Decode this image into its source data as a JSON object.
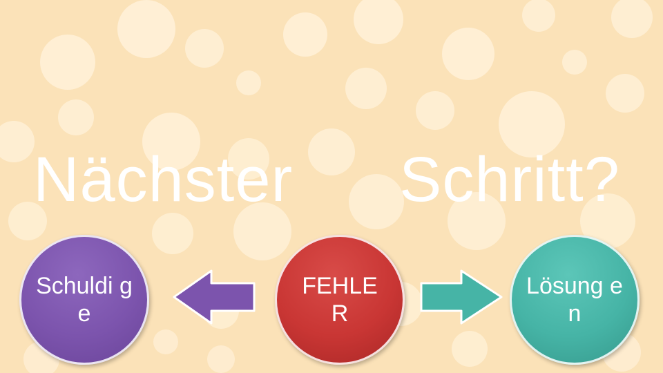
{
  "slide": {
    "title_word_1": "Nächster",
    "title_word_2": "Schritt?",
    "colors": {
      "background": "#fbe2b8",
      "bubbles": "#fff1d8",
      "left_node": "#7c54ad",
      "center_node": "#c93634",
      "right_node": "#46b4a6"
    }
  },
  "flow": {
    "left_node": {
      "label": "Schuldi ge"
    },
    "center_node": {
      "label": "FEHLE R"
    },
    "right_node": {
      "label": "Lösung en"
    },
    "arrows": [
      {
        "direction": "left",
        "from": "center_node",
        "to": "left_node"
      },
      {
        "direction": "right",
        "from": "center_node",
        "to": "right_node"
      }
    ]
  }
}
